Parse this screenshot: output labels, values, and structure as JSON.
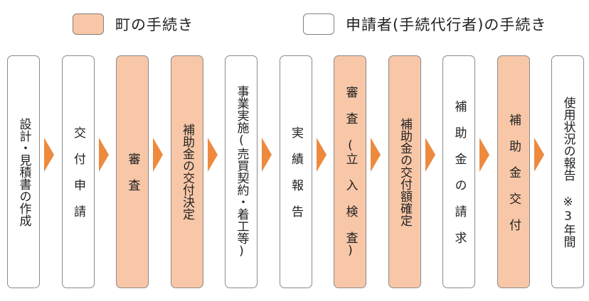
{
  "colors": {
    "town": "#f8c7a8",
    "applicant": "#ffffff",
    "arrow": "#ee8a3e"
  },
  "legend": [
    {
      "label": "町の手続き",
      "role": "town"
    },
    {
      "label": "申請者(手続代行者)の手続き",
      "role": "applicant"
    }
  ],
  "steps": [
    {
      "label": "設計・見積書の作成",
      "role": "applicant"
    },
    {
      "label": "交 付 申 請",
      "role": "applicant"
    },
    {
      "label": "審 査",
      "role": "town"
    },
    {
      "label": "補助金の交付決定",
      "role": "town"
    },
    {
      "label": "事業実施(売買契約・着工等)",
      "role": "applicant"
    },
    {
      "label": "実 績 報 告",
      "role": "applicant"
    },
    {
      "label": "審 査 (立 入 検 査)",
      "role": "town"
    },
    {
      "label": "補助金の交付額確定",
      "role": "town"
    },
    {
      "label": "補 助 金 の 請 求",
      "role": "applicant"
    },
    {
      "label": "補 助 金 交 付",
      "role": "town"
    },
    {
      "label": "使用状況の報告 ※3年間",
      "role": "applicant"
    }
  ]
}
